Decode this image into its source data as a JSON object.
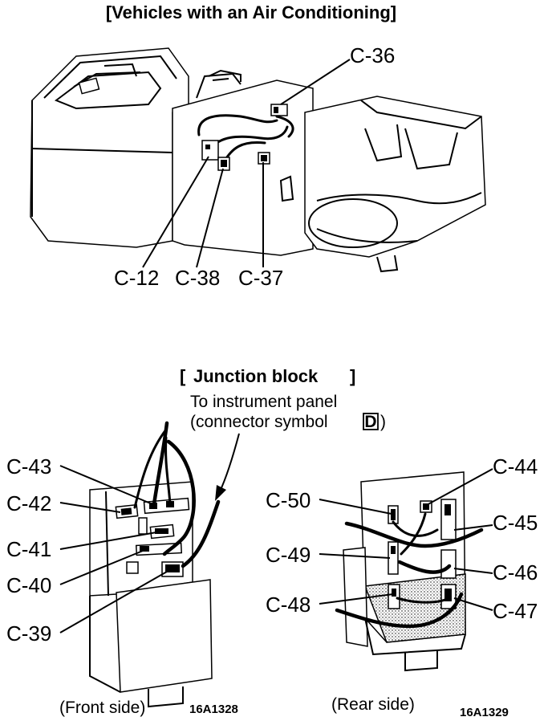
{
  "top": {
    "title": "[Vehicles with an Air Conditioning]",
    "labels": {
      "c36": "C-36",
      "c12": "C-12",
      "c38": "C-38",
      "c37": "C-37"
    }
  },
  "junction": {
    "title_open": "[",
    "title": "Junction block",
    "title_close": "]",
    "note_line1": "To instrument panel",
    "note_line2": "(connector symbol",
    "note_symbol": "D",
    "note_close": ")",
    "front": {
      "caption": "(Front side)",
      "code": "16A1328",
      "labels": {
        "c43": "C-43",
        "c42": "C-42",
        "c41": "C-41",
        "c40": "C-40",
        "c39": "C-39"
      }
    },
    "rear": {
      "caption": "(Rear side)",
      "code": "16A1329",
      "labels": {
        "c50": "C-50",
        "c49": "C-49",
        "c48": "C-48",
        "c44": "C-44",
        "c45": "C-45",
        "c46": "C-46",
        "c47": "C-47"
      }
    }
  }
}
